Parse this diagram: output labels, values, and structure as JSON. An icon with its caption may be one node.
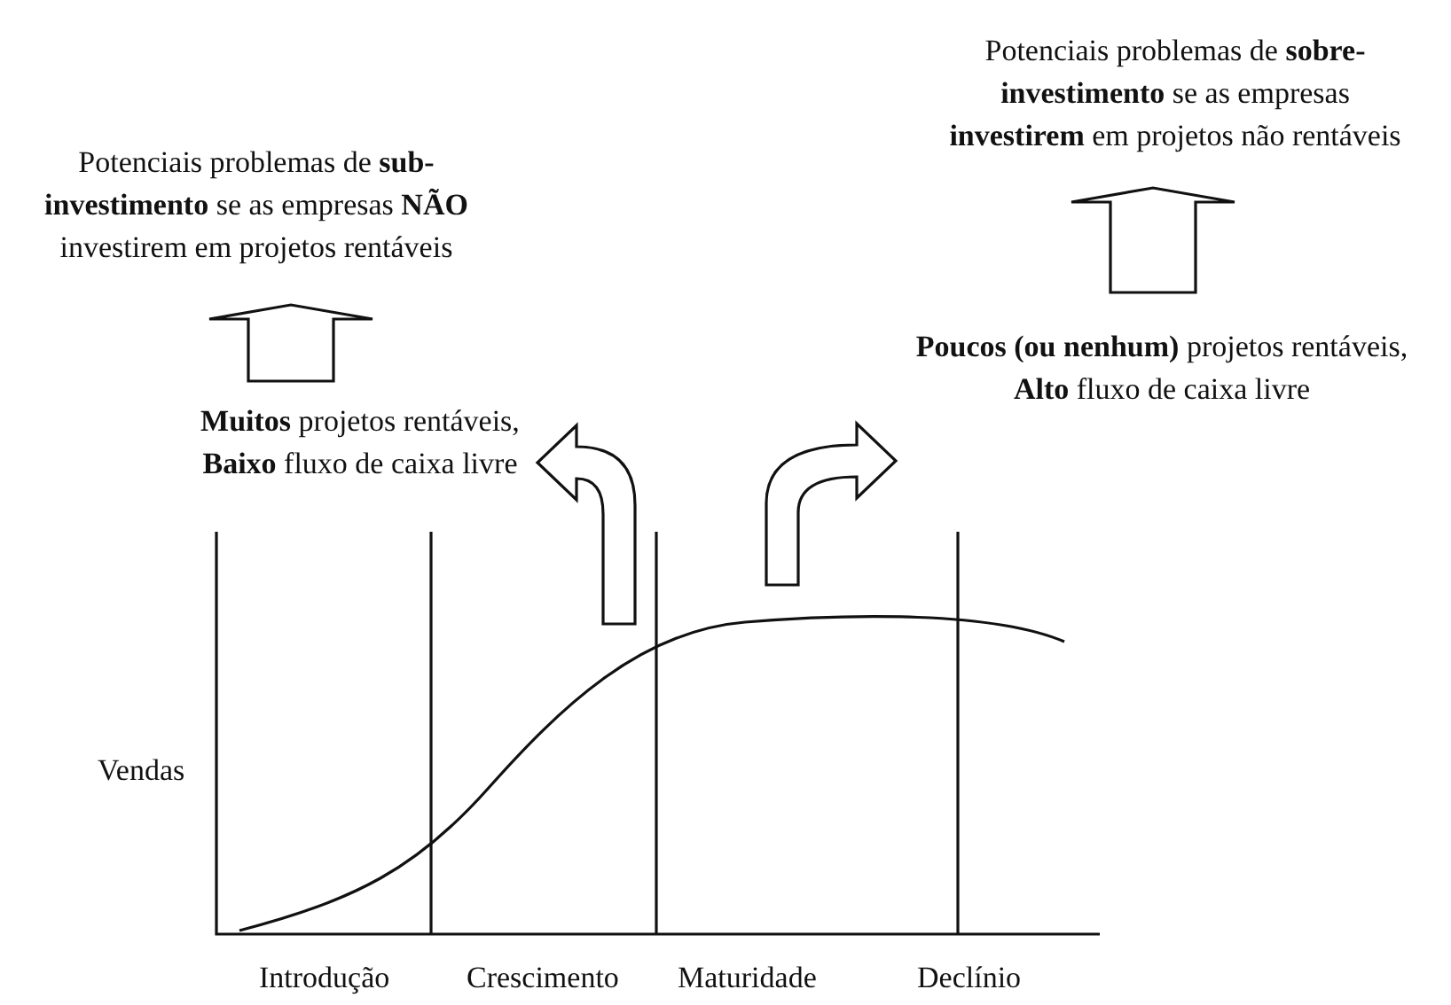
{
  "diagram": {
    "nodes": [
      {
        "text": [
          "Potenciais problemas de **sub-investimento** se as empresas **NÃO** investirem em projetos rentáveis"
        ]
      },
      {
        "text": [
          "**Muitos** projetos rentáveis, **Baixo** fluxo de caixa livre"
        ]
      },
      {
        "text": [
          "Potenciais problemas de **sobre-investimento** se as empresas **investirem** em projetos não rentáveis"
        ]
      },
      {
        "text": [
          "**Poucos (ou nenhum)** projetos rentáveis, **Alto** fluxo de caixa livre"
        ]
      }
    ],
    "edges": [
      {
        "from": 1,
        "to": 0,
        "arrow": "to"
      },
      {
        "from": null,
        "to": 1,
        "arrow": "to"
      },
      {
        "from": null,
        "to": 3,
        "arrow": "to"
      },
      {
        "from": 3,
        "to": 2,
        "arrow": "to"
      }
    ],
    "labels": [
      "Vendas",
      "Introdução",
      "Crescimento",
      "Maturidade",
      "Declínio"
    ]
  }
}
